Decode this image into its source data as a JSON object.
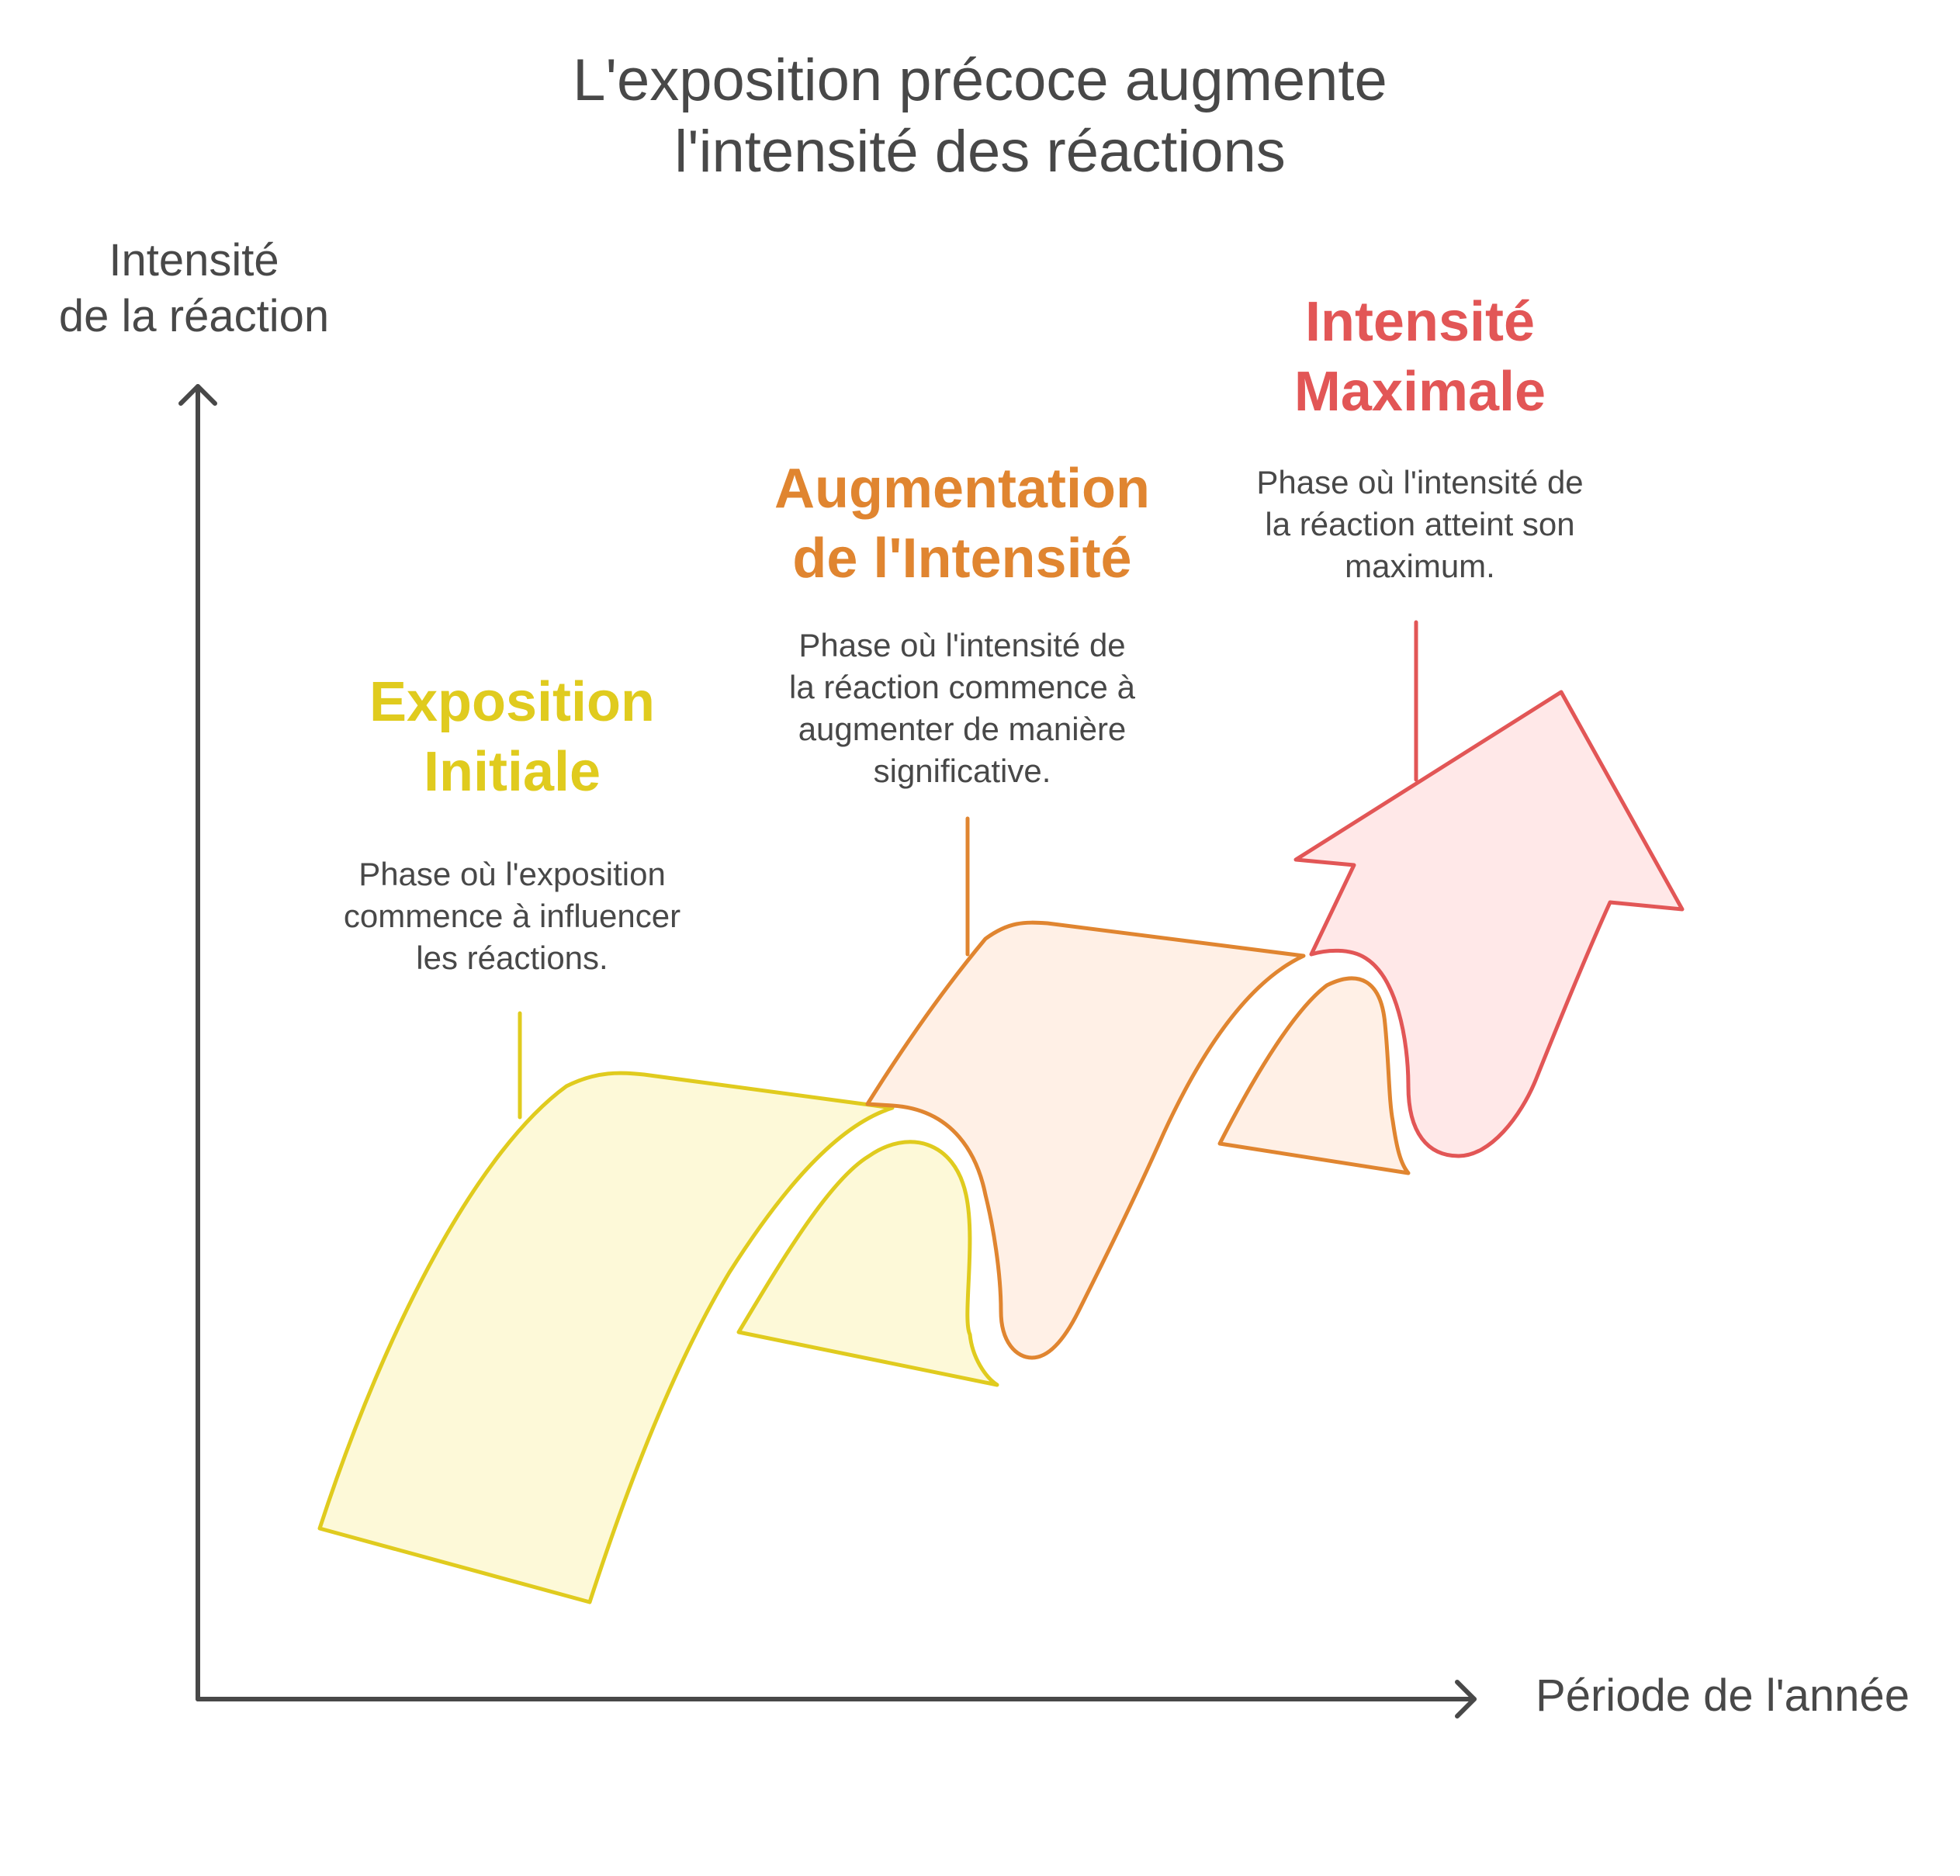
{
  "title": "L'exposition précoce augmente\nl'intensité des réactions",
  "axes": {
    "y_label": "Intensité\nde la réaction",
    "x_label": "Période de l'année"
  },
  "phases": [
    {
      "title": "Exposition\nInitiale",
      "description": "Phase où l'exposition\ncommence à influencer\nles réactions.",
      "stroke": "#e0cb1e",
      "fill": "#fdf9d8"
    },
    {
      "title": "Augmentation\nde l'Intensité",
      "description": "Phase où l'intensité de\nla réaction commence à\naugmenter de manière\nsignificative.",
      "stroke": "#e08530",
      "fill": "#fff0e6"
    },
    {
      "title": "Intensité\nMaximale",
      "description": "Phase où l'intensité de\nla réaction atteint son\nmaximum.",
      "stroke": "#e25656",
      "fill": "#ffe8e8"
    }
  ],
  "colors": {
    "axis": "#484848",
    "text": "#484848"
  }
}
